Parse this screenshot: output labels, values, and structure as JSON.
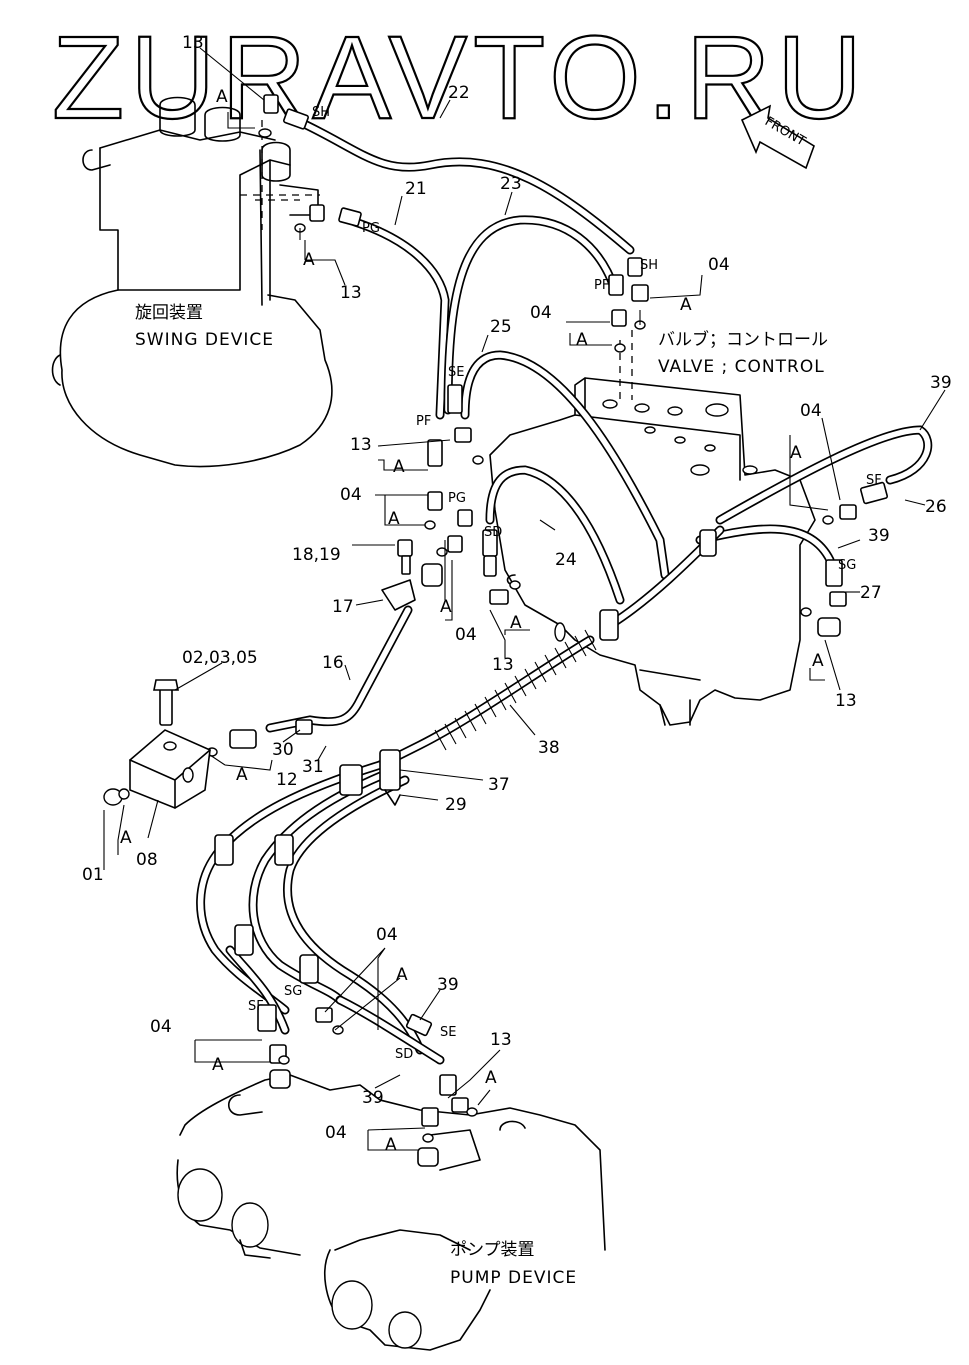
{
  "watermark": "ZURAVTO.RU",
  "front_label": "FRONT",
  "devices": {
    "swing_jp": "旋回装置",
    "swing_en": "SWING DEVICE",
    "valve_jp": "バルブ；コントロール",
    "valve_en": "VALVE ; CONTROL",
    "pump_jp": "ポンプ装置",
    "pump_en": "PUMP DEVICE"
  },
  "callouts": {
    "c13_top": "13",
    "a_top": "A",
    "c22": "22",
    "c21": "21",
    "c23": "23",
    "a_swing": "A",
    "c13_swing": "13",
    "c04_valve_r": "04",
    "a_valve_r": "A",
    "c04_valve_l": "04",
    "a_valve_l": "A",
    "c25": "25",
    "c39_top": "39",
    "c04_right": "04",
    "a_right": "A",
    "c26": "26",
    "c39_mid": "39",
    "c27": "27",
    "a_right_low": "A",
    "c13_right": "13",
    "c13_mid": "13",
    "a_mid": "A",
    "c04_mid": "04",
    "a_mid2": "A",
    "c18_19": "18,19",
    "c17": "17",
    "a_mid3": "A",
    "c04_mid2": "04",
    "c24": "24",
    "a_mid4": "A",
    "c13_mid2": "13",
    "c02_03_05": "02,03,05",
    "c16": "16",
    "c30": "30",
    "c31": "31",
    "a_block": "A",
    "c12": "12",
    "c01": "01",
    "a_block2": "A",
    "c08": "08",
    "c38": "38",
    "c37": "37",
    "c29": "29",
    "c04_pump_top": "04",
    "a_pump_top": "A",
    "c39_pump": "39",
    "c04_pump_l": "04",
    "a_pump_l": "A",
    "c13_pump": "13",
    "a_pump_r": "A",
    "c39_pump_low": "39",
    "c04_pump_low": "04",
    "a_pump_low": "A"
  },
  "port_tags": {
    "sh_top": "SH",
    "pg_swing": "PG",
    "sh_valve": "SH",
    "pf_valve": "PF",
    "se_mid": "SE",
    "pf_mid": "PF",
    "pg_mid": "PG",
    "sd_mid": "SD",
    "sf_right": "SF",
    "sg_right": "SG",
    "sf_pump": "SF",
    "sg_pump": "SG",
    "se_pump": "SE",
    "sd_pump": "SD"
  }
}
